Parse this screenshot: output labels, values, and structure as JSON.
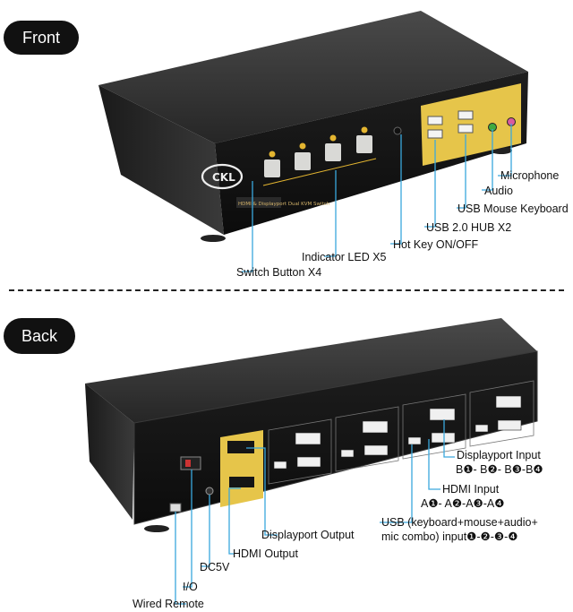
{
  "front": {
    "title": "Front",
    "brand": "CKL",
    "panel_text": "HDMI & Displayport Dual KVM Switch",
    "labels": {
      "microphone": "Microphone",
      "audio": "Audio",
      "usb_mouse_keyboard": "USB Mouse Keyboard",
      "usb_hub": "USB 2.0 HUB X2",
      "hot_key": "Hot Key ON/OFF",
      "indicator_led": "Indicator LED X5",
      "switch_button": "Switch Button X4"
    }
  },
  "back": {
    "title": "Back",
    "labels": {
      "dp_input_line1": "Displayport Input",
      "dp_input_line2": "B❶- B❷- B❸-B❹",
      "hdmi_input_line1": "HDMI Input",
      "hdmi_input_line2": "A❶- A❷-A❸-A❹",
      "usb_input_line1": "USB (keyboard+mouse+audio+",
      "usb_input_line2": "mic combo) input❶-❷-❸-❹",
      "dp_output": "Displayport Output",
      "hdmi_output": "HDMI Output",
      "dc5v": "DC5V",
      "io": "I/O",
      "wired_remote": "Wired Remote"
    }
  }
}
